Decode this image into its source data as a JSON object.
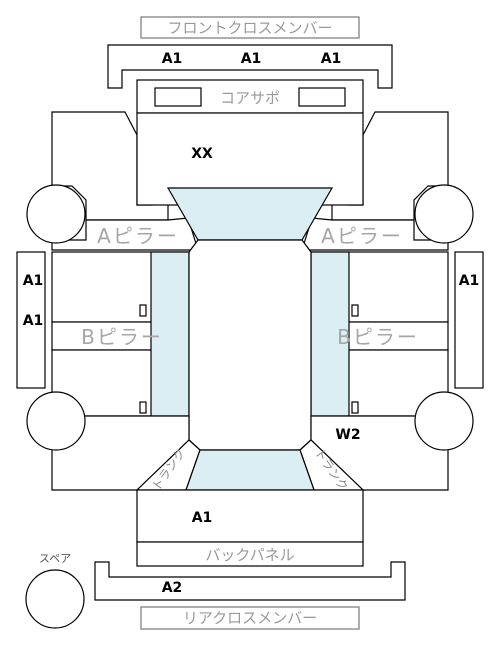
{
  "labels": {
    "front_cross_member": "フロントクロスメンバー",
    "core_support": "コアサポ",
    "a_pillar": "Aピラー",
    "b_pillar": "Bピラー",
    "back_panel": "バックパネル",
    "rear_cross_member": "リアクロスメンバー",
    "spare": "スペア",
    "trunk": "トランク"
  },
  "damage_codes": {
    "front_member_left": "A1",
    "front_member_center": "A1",
    "front_member_right": "A1",
    "hood": "XX",
    "left_side_upper": "A1",
    "left_side_lower": "A1",
    "right_side": "A1",
    "right_rear_door": "W2",
    "trunk": "A1",
    "rear_member": "A2"
  }
}
